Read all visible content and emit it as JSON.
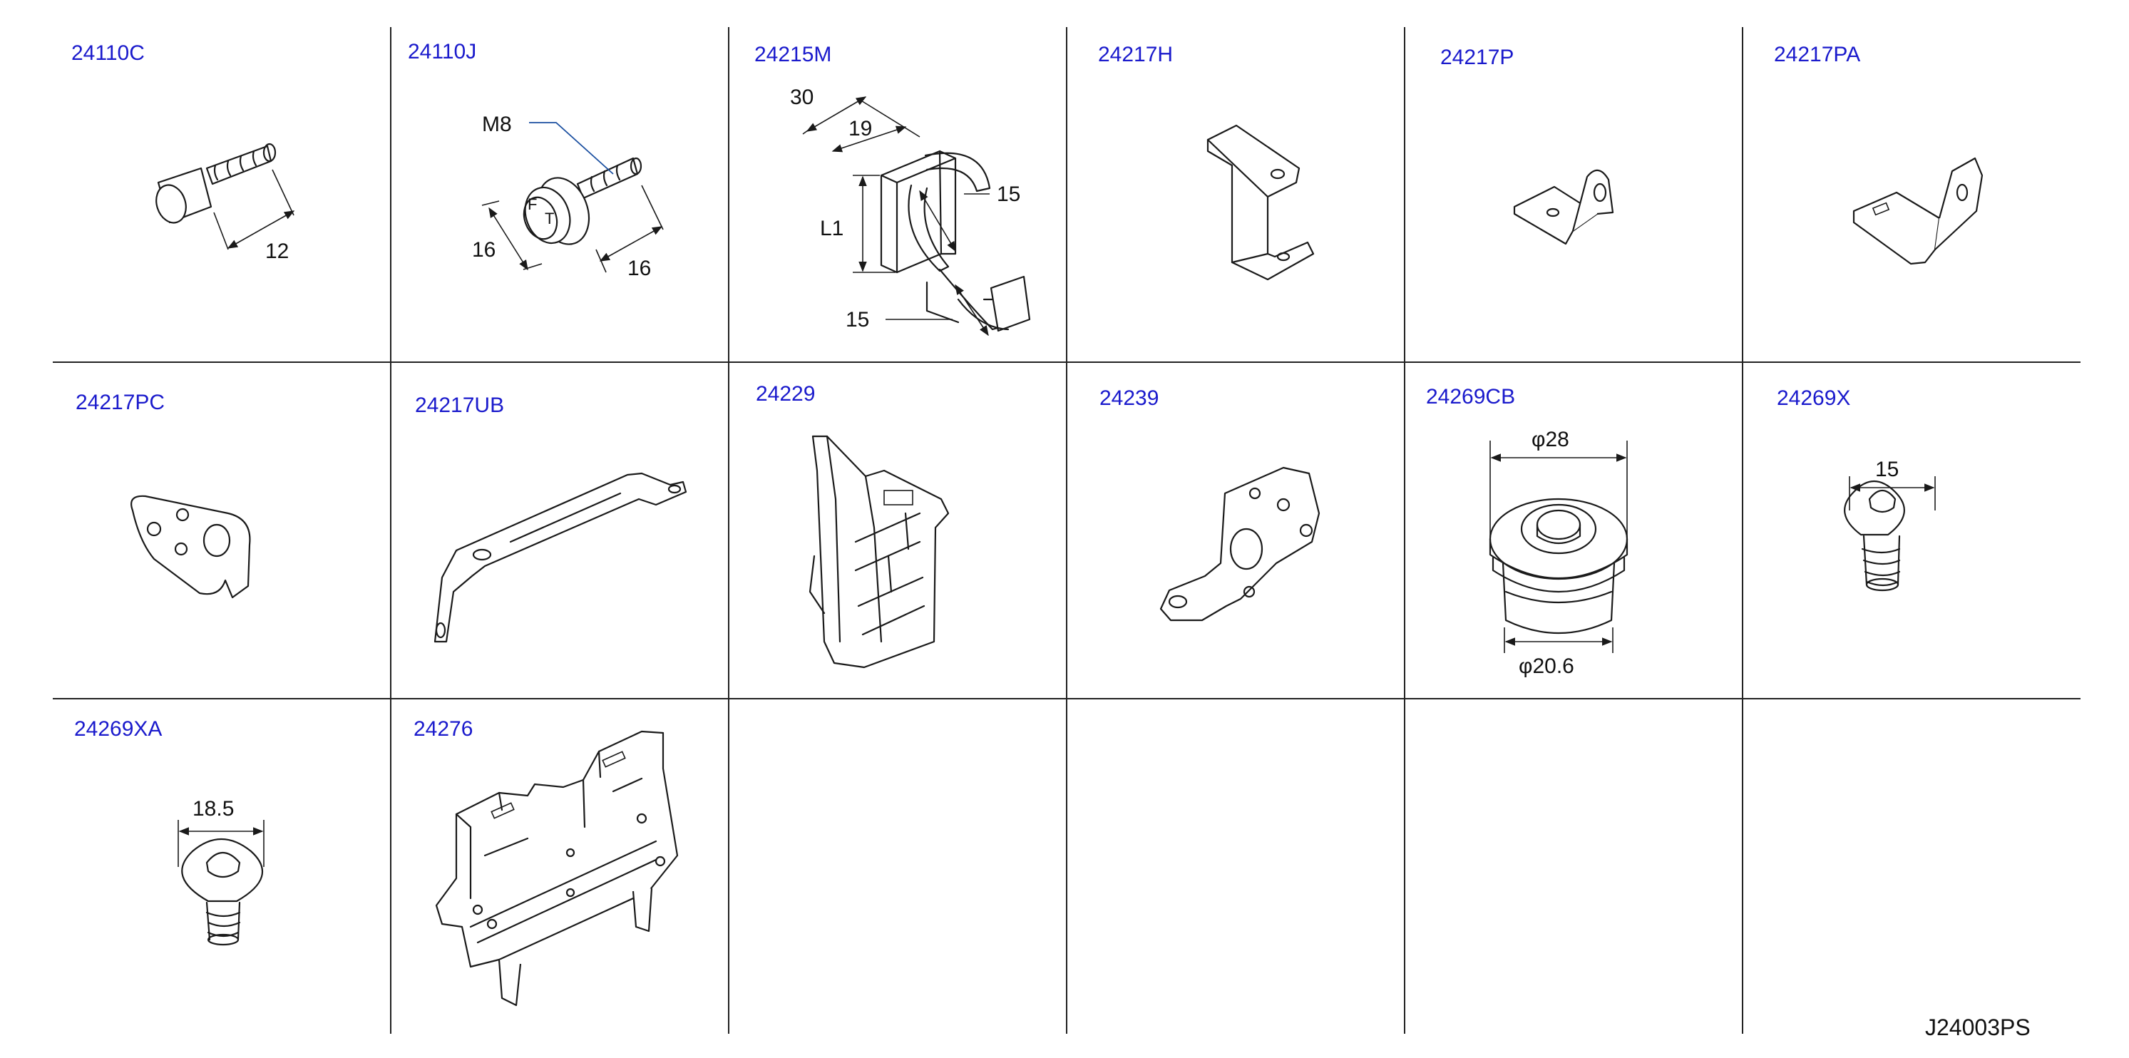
{
  "cells": [
    {
      "part": "24110C",
      "dims": [
        "12"
      ]
    },
    {
      "part": "24110J",
      "dims": [
        "M8",
        "16",
        "16"
      ],
      "marks": [
        "F",
        "T"
      ]
    },
    {
      "part": "24215M",
      "dims": [
        "30",
        "19",
        "L1",
        "15",
        "15"
      ]
    },
    {
      "part": "24217H",
      "dims": []
    },
    {
      "part": "24217P",
      "dims": []
    },
    {
      "part": "24217PA",
      "dims": []
    },
    {
      "part": "24217PC",
      "dims": []
    },
    {
      "part": "24217UB",
      "dims": []
    },
    {
      "part": "24229",
      "dims": []
    },
    {
      "part": "24239",
      "dims": []
    },
    {
      "part": "24269CB",
      "dims": [
        "φ28",
        "φ20.6"
      ]
    },
    {
      "part": "24269X",
      "dims": [
        "15"
      ]
    },
    {
      "part": "24269XA",
      "dims": [
        "18.5"
      ]
    },
    {
      "part": "24276",
      "dims": []
    }
  ],
  "sheet_code": "J24003PS",
  "colors": {
    "part_label": "#1a1acc",
    "ink": "#1a1a1a",
    "leader_blue": "#1a4fa0"
  }
}
